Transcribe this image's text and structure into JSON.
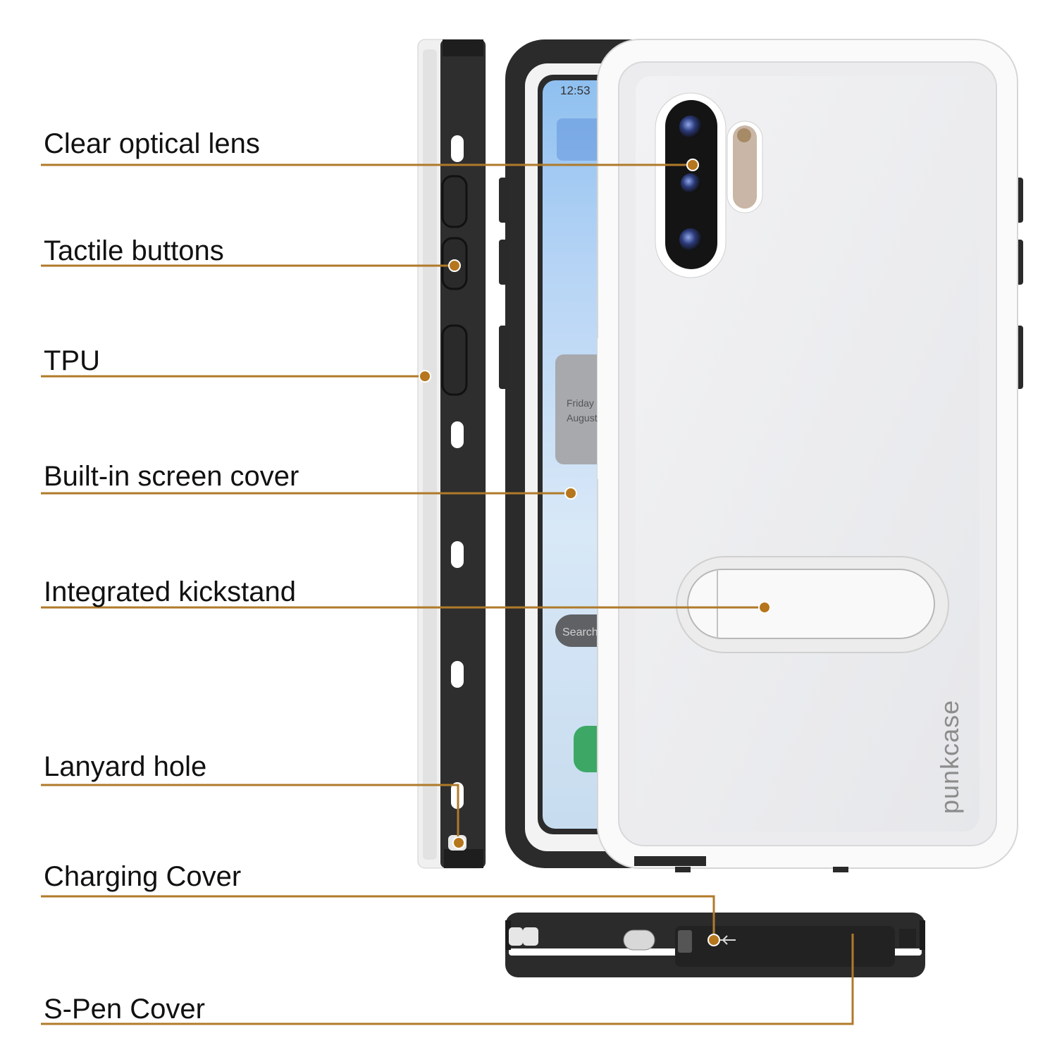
{
  "callouts": [
    {
      "id": "lens",
      "label": "Clear optical lens"
    },
    {
      "id": "buttons",
      "label": "Tactile buttons"
    },
    {
      "id": "tpu",
      "label": "TPU"
    },
    {
      "id": "screen",
      "label": "Built-in screen cover"
    },
    {
      "id": "kickstand",
      "label": "Integrated kickstand"
    },
    {
      "id": "lanyard",
      "label": "Lanyard hole"
    },
    {
      "id": "charging",
      "label": "Charging Cover"
    },
    {
      "id": "spen",
      "label": "S-Pen Cover"
    }
  ],
  "phone_screen": {
    "time": "12:53",
    "widget_day": "Friday",
    "widget_month": "August",
    "search_placeholder": "Search"
  },
  "brand": "punkcase",
  "colors": {
    "callout_line": "#b07a2a",
    "callout_dot": "#b5761d",
    "case_white": "#f4f4f4",
    "case_black": "#2b2b2b",
    "screen_blue": "#a9cdf2"
  }
}
